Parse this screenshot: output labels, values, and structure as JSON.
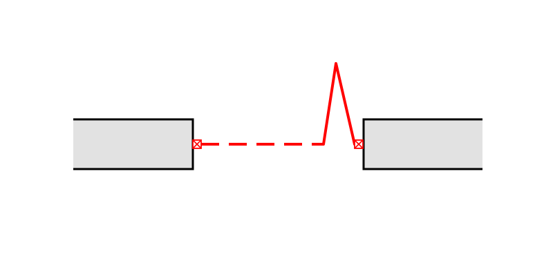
{
  "colors": {
    "background": "#ffffff",
    "block_fill": "#e2e2e2",
    "block_stroke": "#000000",
    "connector": "#ff0000"
  },
  "diagram": {
    "blocks": [
      {
        "name": "left-block"
      },
      {
        "name": "right-block"
      }
    ],
    "connector": {
      "style": "dashed-then-solid-with-peak"
    },
    "ports": [
      {
        "name": "left-port-icon"
      },
      {
        "name": "right-port-icon"
      }
    ]
  }
}
